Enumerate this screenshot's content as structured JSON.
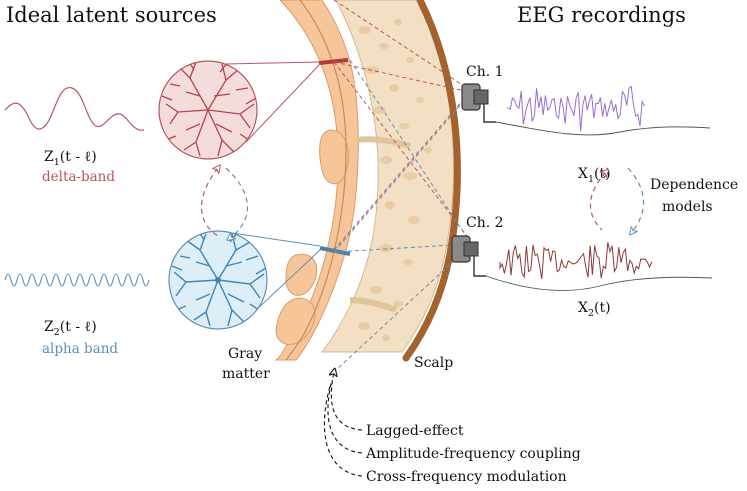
{
  "headings": {
    "left": "Ideal latent sources",
    "right": "EEG recordings"
  },
  "sources": [
    {
      "label_main": "Z",
      "label_sub": "1",
      "label_tail": "(t - ℓ)",
      "band": "delta-band",
      "color": "#b5585e"
    },
    {
      "label_main": "Z",
      "label_sub": "2",
      "label_tail": "(t - ℓ)",
      "band": "alpha band",
      "color": "#5f8fb5"
    }
  ],
  "channels": [
    {
      "label": "Ch. 1",
      "signal_main": "X",
      "signal_sub": "1",
      "signal_tail": "(t)",
      "color": "#9b6fc9"
    },
    {
      "label": "Ch. 2",
      "signal_main": "X",
      "signal_sub": "2",
      "signal_tail": "(t)",
      "color": "#8a3a36"
    }
  ],
  "anatomy": {
    "gray_matter_line1": "Gray",
    "gray_matter_line2": "matter",
    "scalp": "Scalp"
  },
  "dependence": {
    "line1": "Dependence",
    "line2": "models"
  },
  "effects": [
    "Lagged-effect",
    "Amplitude-frequency coupling",
    "Cross-frequency modulation"
  ],
  "colors": {
    "red": "#b5585e",
    "blue": "#5f8fb5",
    "bone": "#f3dfc4",
    "cortex": "#f6c69a",
    "scalp": "#a4622f"
  }
}
